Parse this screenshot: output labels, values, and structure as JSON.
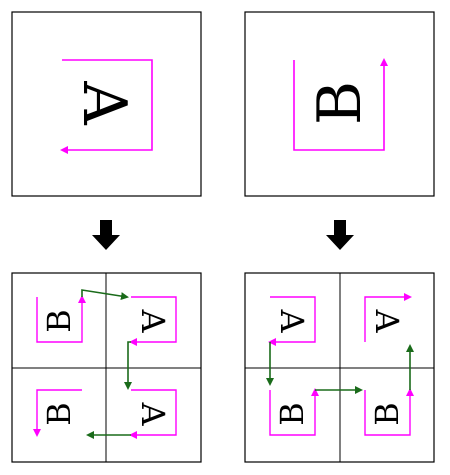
{
  "source_tiles": [
    {
      "letter": "A",
      "orientation": "rotated-90-clockwise",
      "path": "clockwise-hook"
    },
    {
      "letter": "B",
      "orientation": "rotated-90-counterclockwise",
      "path": "U-shape-up-right"
    }
  ],
  "arrow_symbol": "down-arrow",
  "result_grids": [
    {
      "layout": "2x2",
      "cells": [
        {
          "position": "top-left",
          "letter": "B",
          "orientation": "rotated-90-counterclockwise"
        },
        {
          "position": "top-right",
          "letter": "A",
          "orientation": "rotated-90-clockwise"
        },
        {
          "position": "bottom-left",
          "letter": "B",
          "orientation": "rotated-90-counterclockwise"
        },
        {
          "position": "bottom-right",
          "letter": "A",
          "orientation": "rotated-90-clockwise"
        }
      ],
      "connector_path": "clockwise-loop"
    },
    {
      "layout": "2x2",
      "cells": [
        {
          "position": "top-left",
          "letter": "A",
          "orientation": "rotated-90-clockwise"
        },
        {
          "position": "top-right",
          "letter": "A",
          "orientation": "rotated-90-clockwise"
        },
        {
          "position": "bottom-left",
          "letter": "B",
          "orientation": "rotated-90-counterclockwise"
        },
        {
          "position": "bottom-right",
          "letter": "B",
          "orientation": "rotated-90-counterclockwise"
        }
      ],
      "connector_path": "down-right-up"
    }
  ],
  "colors": {
    "tile_path": "#ff00ff",
    "connector": "#1a6b1a",
    "frame": "#000000",
    "letter": "#000000"
  }
}
